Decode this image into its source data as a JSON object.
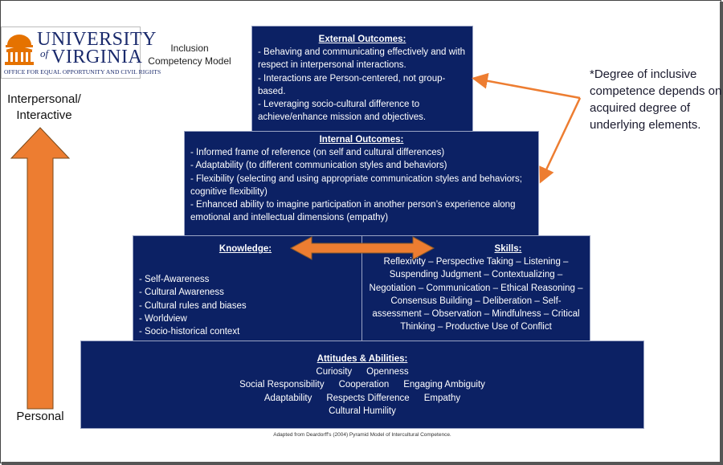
{
  "logo": {
    "university": "UNIVERSITY",
    "of": "of",
    "virginia": "VIRGINIA",
    "office": "OFFICE FOR EQUAL OPPORTUNITY AND CIVIL RIGHTS"
  },
  "model_title": "Inclusion\nCompetency Model",
  "axis": {
    "top": "Interpersonal/\nInteractive",
    "bottom": "Personal"
  },
  "colors": {
    "box": "#0c2164",
    "arrow": "#ed7d31",
    "box_text": "#ffffff"
  },
  "external": {
    "heading": "External Outcomes:",
    "items": [
      "- Behaving and communicating effectively and with respect in interpersonal interactions.",
      "- Interactions are Person-centered, not group-based.",
      "- Leveraging socio-cultural difference to achieve/enhance mission and objectives."
    ]
  },
  "internal": {
    "heading": "Internal Outcomes:",
    "items": [
      "- Informed frame of reference (on self and cultural differences)",
      "- Adaptability (to different communication styles and behaviors)",
      "- Flexibility (selecting and using appropriate communication styles and behaviors; cognitive flexibility)",
      "- Enhanced ability to imagine participation in another person’s experience along emotional and intellectual dimensions (empathy)"
    ]
  },
  "knowledge": {
    "heading": "Knowledge:",
    "items": [
      "- Self-Awareness",
      "- Cultural Awareness",
      "- Cultural rules and biases",
      "- Worldview",
      "- Socio-historical context"
    ]
  },
  "skills": {
    "heading": "Skills:",
    "text": "Reflexivity – Perspective Taking – Listening – Suspending Judgment – Contextualizing – Negotiation – Communication – Ethical Reasoning – Consensus Building – Deliberation – Self-assessment – Observation – Mindfulness – Critical Thinking – Productive Use of Conflict"
  },
  "attitudes": {
    "heading": "Attitudes & Abilities:",
    "lines": [
      [
        "Curiosity",
        "Openness"
      ],
      [
        "Social Responsibility",
        "Cooperation",
        "Engaging Ambiguity"
      ],
      [
        "Adaptability",
        "Respects Difference",
        "Empathy"
      ],
      [
        "Cultural Humility"
      ]
    ]
  },
  "note": "*Degree of inclusive competence depends on acquired degree of underlying elements.",
  "credit": "Adapted from Deardorff's (2004) Pyramid Model of Intercultural Competence."
}
